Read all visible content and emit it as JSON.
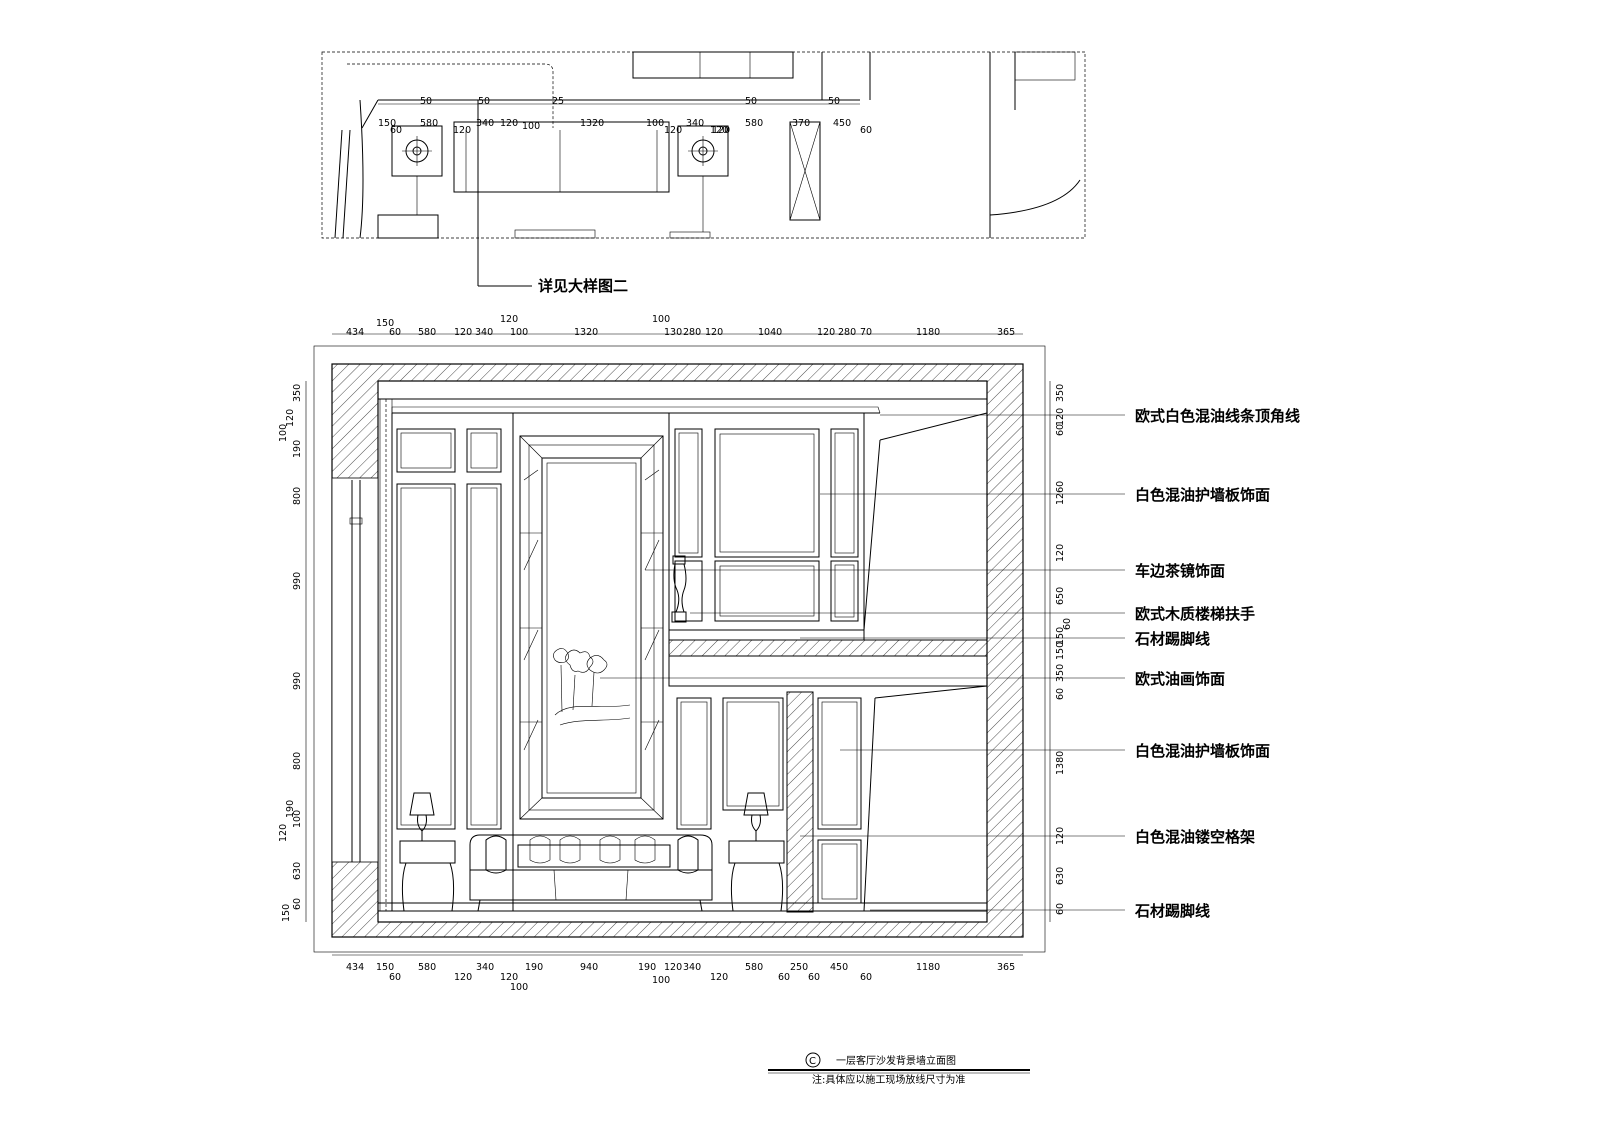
{
  "plan": {
    "top_dims": [
      "50",
      "50",
      "25",
      "50",
      "50"
    ],
    "row_dims": [
      "150",
      "580",
      "340",
      "120",
      "100",
      "1320",
      "100",
      "340",
      "120",
      "580",
      "370",
      "450"
    ],
    "row_dims_lower": [
      "60",
      "120",
      "120",
      "120",
      "60"
    ],
    "detail_ref": "详见大样图二"
  },
  "elevation": {
    "top_dims": [
      "434",
      "150",
      "60",
      "580",
      "120",
      "340",
      "120",
      "100",
      "1320",
      "100",
      "130",
      "280",
      "120",
      "1040",
      "120",
      "280",
      "70",
      "1180",
      "365"
    ],
    "bottom_dims": [
      "434",
      "150",
      "60",
      "580",
      "120",
      "340",
      "120",
      "100",
      "190",
      "940",
      "190",
      "100",
      "120",
      "340",
      "120",
      "580",
      "60",
      "250",
      "60",
      "450",
      "60",
      "1180",
      "365"
    ],
    "left_dims": [
      "350",
      "120",
      "100",
      "190",
      "800",
      "990",
      "990",
      "800",
      "190",
      "100",
      "120",
      "630",
      "60",
      "150"
    ],
    "right_dims": [
      "350",
      "120",
      "60",
      "1260",
      "120",
      "650",
      "60",
      "150",
      "150",
      "350",
      "60",
      "1380",
      "120",
      "630",
      "60"
    ]
  },
  "callouts": [
    "欧式白色混油线条顶角线",
    "白色混油护墙板饰面",
    "车边茶镜饰面",
    "欧式木质楼梯扶手",
    "石材踢脚线",
    "欧式油画饰面",
    "白色混油护墙板饰面",
    "白色混油镂空格架",
    "石材踢脚线"
  ],
  "title": {
    "symbol": "C",
    "name": "一层客厅沙发背景墙立面图",
    "note": "注:具体应以施工现场放线尺寸为准"
  }
}
